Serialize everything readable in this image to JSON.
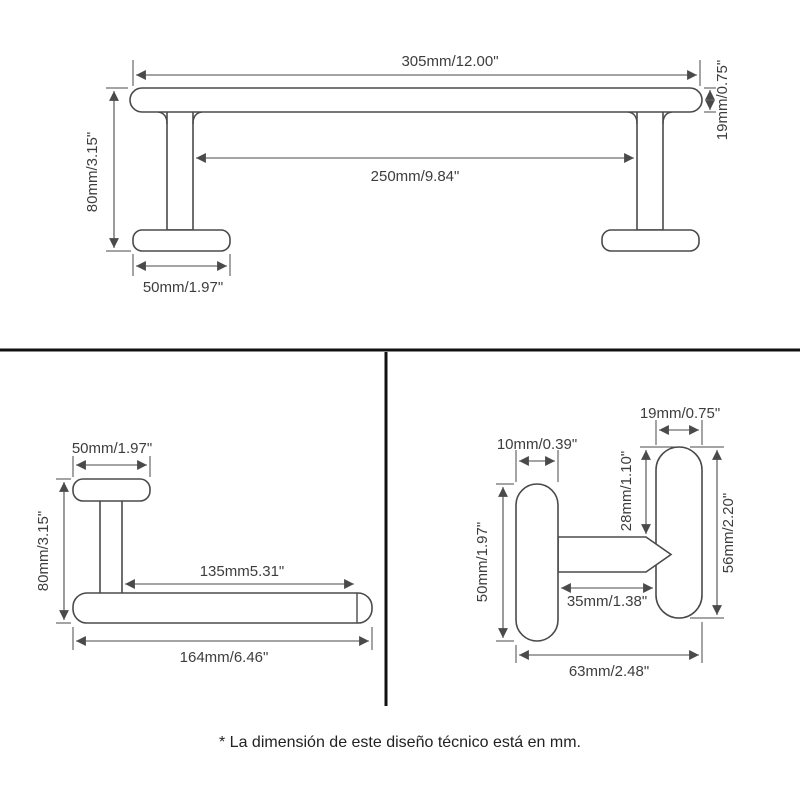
{
  "caption": "* La dimensión de este diseño técnico está en mm.",
  "colors": {
    "background": "#ffffff",
    "line": "#4a4a4a",
    "divider": "#111111",
    "text": "#3d3d3d"
  },
  "towel_bar": {
    "title": "towel bar technical drawing",
    "dims": {
      "total_width": "305mm/12.00\"",
      "bar_diameter": "19mm/0.75\"",
      "inner_width": "250mm/9.84\"",
      "height": "80mm/3.15\"",
      "base_diameter": "50mm/1.97\""
    }
  },
  "paper_holder": {
    "title": "toilet paper holder technical drawing",
    "dims": {
      "plate_width": "50mm/1.97\"",
      "height": "80mm/3.15\"",
      "inner_length": "135mm5.31\"",
      "total_length": "164mm/6.46\""
    }
  },
  "hook": {
    "title": "robe hook technical drawing",
    "dims": {
      "top_diameter": "19mm/0.75\"",
      "plate_thickness": "10mm/0.39\"",
      "upper_gap": "28mm/1.10\"",
      "total_height": "56mm/2.20\"",
      "plate_height": "50mm/1.97\"",
      "arm_length": "35mm/1.38\"",
      "total_depth": "63mm/2.48\""
    }
  }
}
